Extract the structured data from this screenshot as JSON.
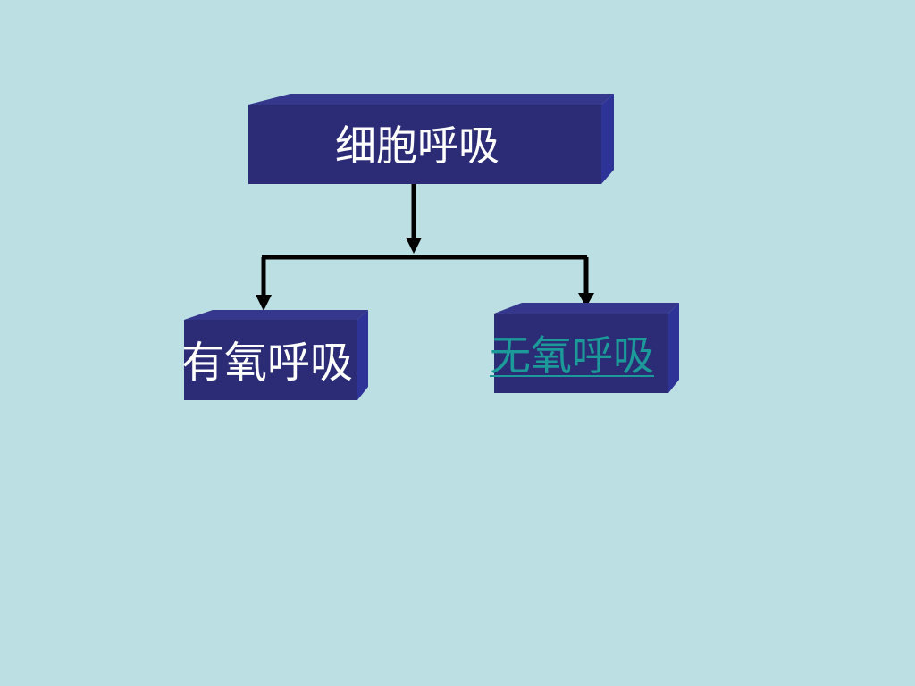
{
  "diagram": {
    "root": {
      "label": "细胞呼吸"
    },
    "children": [
      {
        "label": "有氧呼吸",
        "is_link": false
      },
      {
        "label": "无氧呼吸",
        "is_link": true
      }
    ]
  },
  "colors": {
    "background": "#bbdfe3",
    "box_front": "#2b2c75",
    "box_top": "#35378c",
    "box_side": "#2e3398",
    "box_text": "#ffffff",
    "link_text": "#1c9a9a",
    "connector": "#000000"
  }
}
